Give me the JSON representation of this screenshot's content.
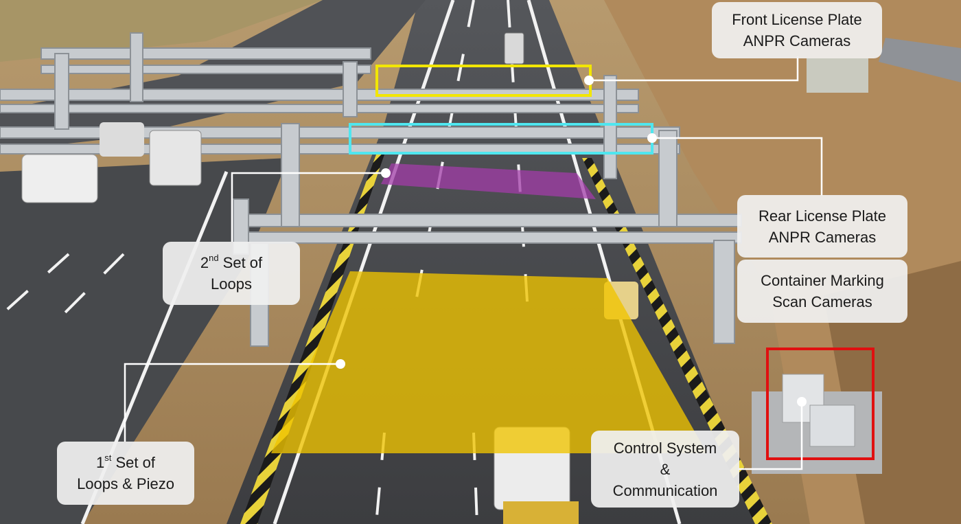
{
  "callouts": {
    "front_anpr": {
      "line1": "Front License Plate",
      "line2": "ANPR Cameras"
    },
    "rear_anpr": {
      "line1": "Rear License Plate",
      "line2": "ANPR Cameras"
    },
    "container_scan": {
      "line1": "Container Marking",
      "line2": "Scan Cameras"
    },
    "loops_2nd": {
      "ordinal_num": "2",
      "ordinal_suffix": "nd",
      "line1_rest": " Set of",
      "line2": "Loops"
    },
    "loops_1st": {
      "ordinal_num": "1",
      "ordinal_suffix": "st",
      "line1_rest": " Set of",
      "line2": "Loops & Piezo"
    },
    "control_system": {
      "line1": "Control System",
      "line2": "&",
      "line3": "Communication"
    }
  },
  "colors": {
    "front_camera_frame": "#f2e600",
    "rear_camera_frame": "#4fe6ef",
    "control_frame": "#e01010",
    "second_loop_zone": "#a23ca8",
    "first_loop_zone": "#f0c400",
    "leader_line": "#ffffff"
  }
}
